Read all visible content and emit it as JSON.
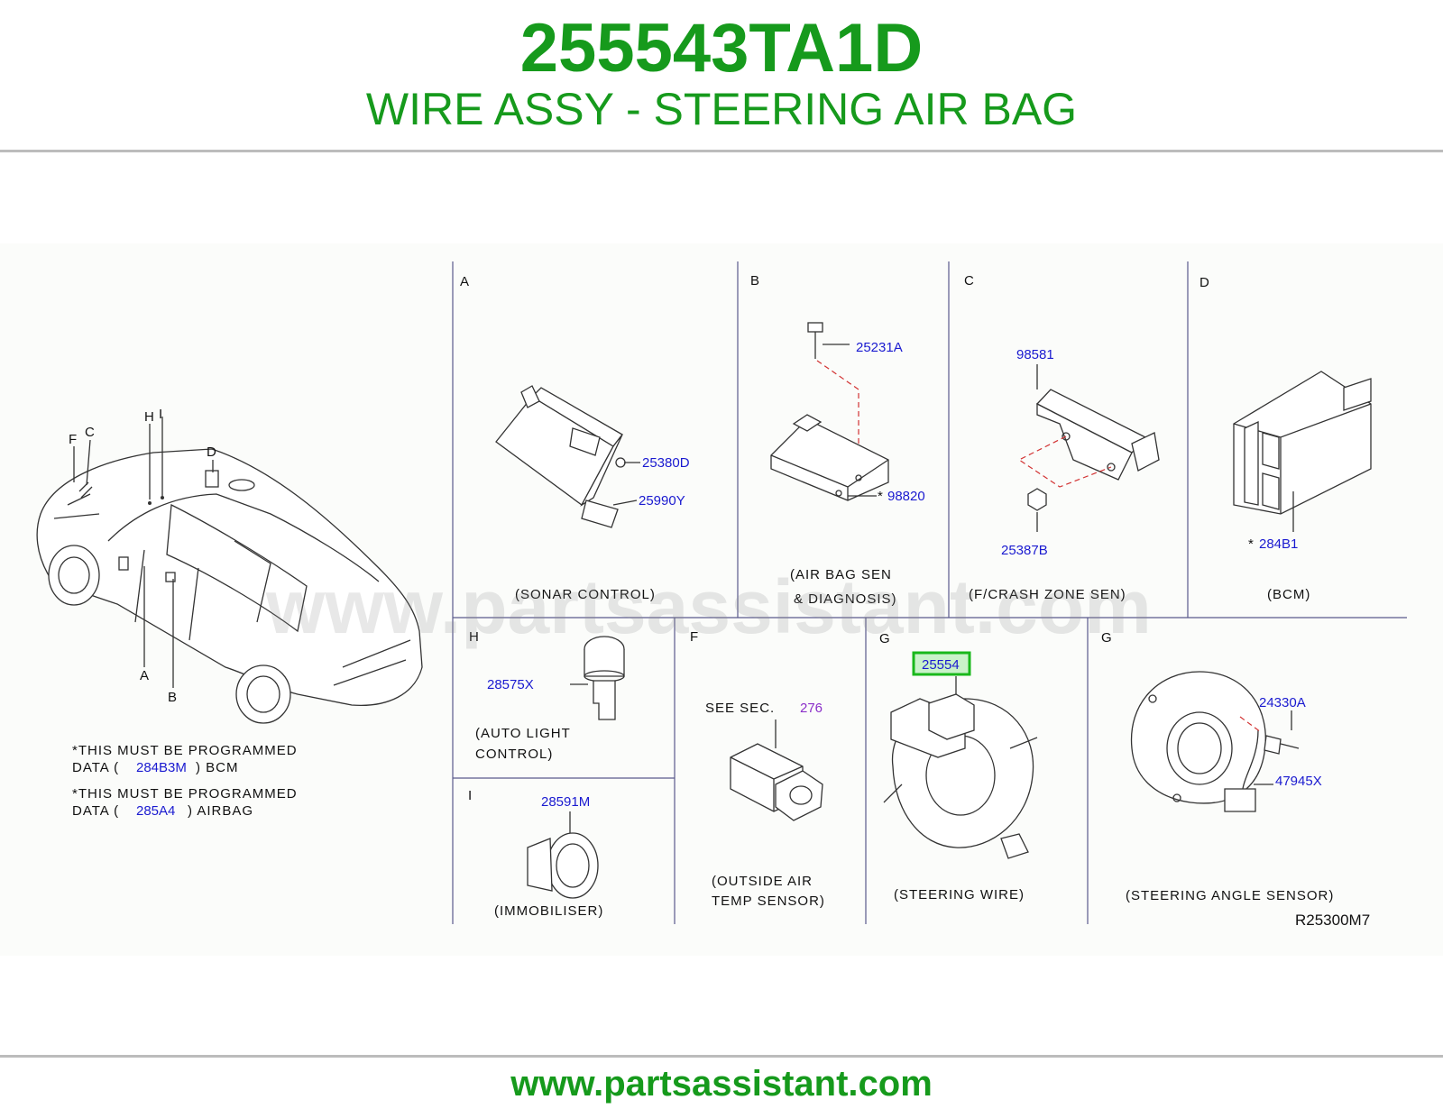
{
  "header": {
    "part_number": "255543TA1D",
    "description": "WIRE ASSY - STEERING AIR BAG"
  },
  "watermark": "www.partsassistant.com",
  "footer": {
    "url": "www.partsassistant.com"
  },
  "colors": {
    "brand_green": "#169a1c",
    "part_link": "#1a1ad0",
    "section_ref": "#8b2fc9",
    "highlight": "#19b81b"
  },
  "car_view": {
    "letters": {
      "f": "F",
      "c": "C",
      "h": "H",
      "i": "I",
      "d": "D",
      "a": "A",
      "b": "B"
    },
    "note1": {
      "line1": "*THIS  MUST  BE  PROGRAMMED",
      "prefix": "DATA  (",
      "part": "284B3M",
      "suffix": ")  BCM"
    },
    "note2": {
      "line1": "*THIS  MUST  BE  PROGRAMMED",
      "prefix": "DATA  (",
      "part": "285A4",
      "suffix": ")  AIRBAG"
    }
  },
  "panels": {
    "a": {
      "letter": "A",
      "caption": "(SONAR  CONTROL)",
      "parts": [
        "25380D",
        "25990Y"
      ]
    },
    "b": {
      "letter": "B",
      "caption1": "(AIR  BAG  SEN",
      "caption2": "&  DIAGNOSIS)",
      "parts": [
        "25231A",
        "98820"
      ],
      "star": "*"
    },
    "c": {
      "letter": "C",
      "caption": "(F/CRASH  ZONE  SEN)",
      "parts": [
        "98581",
        "25387B"
      ]
    },
    "d": {
      "letter": "D",
      "caption": "(BCM)",
      "parts": [
        "284B1"
      ],
      "star": "*"
    },
    "h": {
      "letter": "H",
      "caption1": "(AUTO  LIGHT",
      "caption2": "CONTROL)",
      "parts": [
        "28575X"
      ]
    },
    "f": {
      "letter": "F",
      "see": "SEE  SEC.",
      "section": "276",
      "caption1": "(OUTSIDE  AIR",
      "caption2": "TEMP  SENSOR)"
    },
    "g1": {
      "letter": "G",
      "caption": "(STEERING  WIRE)",
      "parts": [
        "25554"
      ]
    },
    "g2": {
      "letter": "G",
      "caption": "(STEERING  ANGLE  SENSOR)",
      "parts": [
        "24330A",
        "47945X"
      ]
    },
    "i": {
      "letter": "I",
      "caption": "(IMMOBILISER)",
      "parts": [
        "28591M"
      ]
    }
  },
  "diagram_code": "R25300M7"
}
